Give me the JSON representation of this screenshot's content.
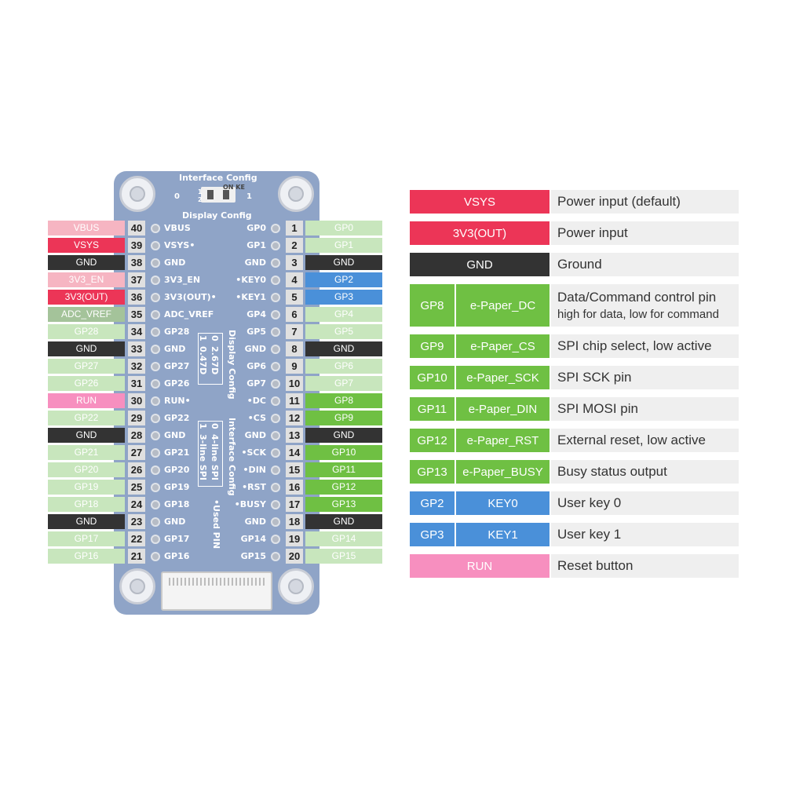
{
  "colors": {
    "pink": "#f6b5c2",
    "red": "#ec3557",
    "black": "#333333",
    "light_green": "#c8e6bd",
    "green": "#6fc043",
    "blue": "#4a90d9",
    "sage": "#a4c39a",
    "run_pink": "#f78fbf",
    "board": "#8fa4c7"
  },
  "board": {
    "interface_config_title": "Interface Config",
    "display_config_title": "Display Config",
    "switch_labels": {
      "left": "0",
      "right": "1",
      "on": "ON KE",
      "one": "1",
      "two": "2"
    },
    "display_config_vertical": "Display Config",
    "display_config_box": {
      "row1_a": "1",
      "row1_b": "0.47D",
      "row2_a": "0",
      "row2_b": "2.67D"
    },
    "interface_config_vertical": "Interface Config",
    "interface_config_box": {
      "row1_a": "1",
      "row1_b": "3-line SPI",
      "row2_a": "0",
      "row2_b": "4-line SPI"
    },
    "used_pin": "•Used PIN",
    "left_pin_labels": [
      "VBUS",
      "VSYS•",
      "GND",
      "3V3_EN",
      "3V3(OUT)•",
      "ADC_VREF",
      "GP28",
      "GND",
      "GP27",
      "GP26",
      "RUN•",
      "GP22",
      "GND",
      "GP21",
      "GP20",
      "GP19",
      "GP18",
      "GND",
      "GP17",
      "GP16"
    ],
    "right_pin_labels": [
      "GP0",
      "GP1",
      "GND",
      "•KEY0",
      "•KEY1",
      "GP4",
      "GP5",
      "GND",
      "GP6",
      "GP7",
      "•DC",
      "•CS",
      "GND",
      "•SCK",
      "•DIN",
      "•RST",
      "•BUSY",
      "GND",
      "GP14",
      "GP15"
    ]
  },
  "left_pins": [
    {
      "label": "VBUS",
      "num": "40",
      "color": "pink"
    },
    {
      "label": "VSYS",
      "num": "39",
      "color": "red"
    },
    {
      "label": "GND",
      "num": "38",
      "color": "black"
    },
    {
      "label": "3V3_EN",
      "num": "37",
      "color": "pink"
    },
    {
      "label": "3V3(OUT)",
      "num": "36",
      "color": "red"
    },
    {
      "label": "ADC_VREF",
      "num": "35",
      "color": "sage"
    },
    {
      "label": "GP28",
      "num": "34",
      "color": "light_green"
    },
    {
      "label": "GND",
      "num": "33",
      "color": "black"
    },
    {
      "label": "GP27",
      "num": "32",
      "color": "light_green"
    },
    {
      "label": "GP26",
      "num": "31",
      "color": "light_green"
    },
    {
      "label": "RUN",
      "num": "30",
      "color": "run_pink"
    },
    {
      "label": "GP22",
      "num": "29",
      "color": "light_green"
    },
    {
      "label": "GND",
      "num": "28",
      "color": "black"
    },
    {
      "label": "GP21",
      "num": "27",
      "color": "light_green"
    },
    {
      "label": "GP20",
      "num": "26",
      "color": "light_green"
    },
    {
      "label": "GP19",
      "num": "25",
      "color": "light_green"
    },
    {
      "label": "GP18",
      "num": "24",
      "color": "light_green"
    },
    {
      "label": "GND",
      "num": "23",
      "color": "black"
    },
    {
      "label": "GP17",
      "num": "22",
      "color": "light_green"
    },
    {
      "label": "GP16",
      "num": "21",
      "color": "light_green"
    }
  ],
  "right_pins": [
    {
      "label": "GP0",
      "num": "1",
      "color": "light_green"
    },
    {
      "label": "GP1",
      "num": "2",
      "color": "light_green"
    },
    {
      "label": "GND",
      "num": "3",
      "color": "black"
    },
    {
      "label": "GP2",
      "num": "4",
      "color": "blue"
    },
    {
      "label": "GP3",
      "num": "5",
      "color": "blue"
    },
    {
      "label": "GP4",
      "num": "6",
      "color": "light_green"
    },
    {
      "label": "GP5",
      "num": "7",
      "color": "light_green"
    },
    {
      "label": "GND",
      "num": "8",
      "color": "black"
    },
    {
      "label": "GP6",
      "num": "9",
      "color": "light_green"
    },
    {
      "label": "GP7",
      "num": "10",
      "color": "light_green"
    },
    {
      "label": "GP8",
      "num": "11",
      "color": "green"
    },
    {
      "label": "GP9",
      "num": "12",
      "color": "green"
    },
    {
      "label": "GND",
      "num": "13",
      "color": "black"
    },
    {
      "label": "GP10",
      "num": "14",
      "color": "green"
    },
    {
      "label": "GP11",
      "num": "15",
      "color": "green"
    },
    {
      "label": "GP12",
      "num": "16",
      "color": "green"
    },
    {
      "label": "GP13",
      "num": "17",
      "color": "green"
    },
    {
      "label": "GND",
      "num": "18",
      "color": "black"
    },
    {
      "label": "GP14",
      "num": "19",
      "color": "light_green"
    },
    {
      "label": "GP15",
      "num": "20",
      "color": "light_green"
    }
  ],
  "legend": [
    {
      "name": "VSYS",
      "desc": "Power input (default)",
      "color": "red"
    },
    {
      "name": "3V3(OUT)",
      "desc": "Power input",
      "color": "red"
    },
    {
      "name": "GND",
      "desc": "Ground",
      "color": "black"
    },
    {
      "gp": "GP8",
      "name": "e-Paper_DC",
      "desc": "Data/Command control pin",
      "desc2": "high for data, low for command",
      "color": "green"
    },
    {
      "gp": "GP9",
      "name": "e-Paper_CS",
      "desc": "SPI chip select, low active",
      "color": "green"
    },
    {
      "gp": "GP10",
      "name": "e-Paper_SCK",
      "desc": "SPI SCK pin",
      "color": "green"
    },
    {
      "gp": "GP11",
      "name": "e-Paper_DIN",
      "desc": "SPI MOSI pin",
      "color": "green"
    },
    {
      "gp": "GP12",
      "name": "e-Paper_RST",
      "desc": "External reset, low active",
      "color": "green"
    },
    {
      "gp": "GP13",
      "name": "e-Paper_BUSY",
      "desc": "Busy status output",
      "color": "green"
    },
    {
      "gp": "GP2",
      "name": "KEY0",
      "desc": "User key 0",
      "color": "blue"
    },
    {
      "gp": "GP3",
      "name": "KEY1",
      "desc": "User key 1",
      "color": "blue"
    },
    {
      "name": "RUN",
      "desc": "Reset button",
      "color": "run_pink"
    }
  ]
}
